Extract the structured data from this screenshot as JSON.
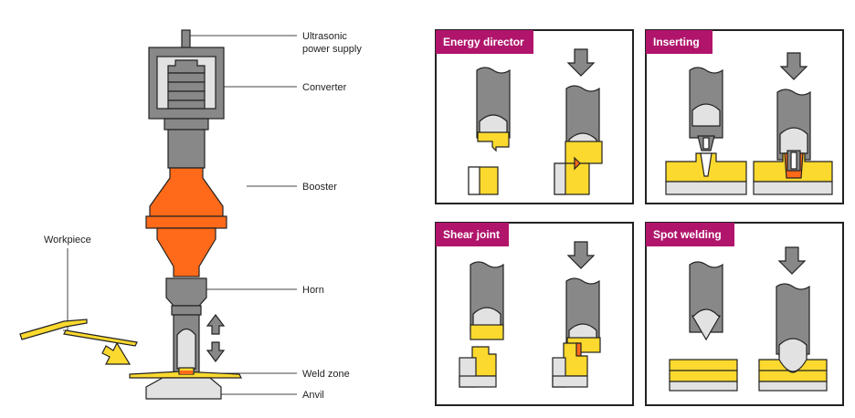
{
  "colors": {
    "gray": "#888888",
    "dark_gray": "#777777",
    "light_gray": "#e2e2e2",
    "orange": "#ff6a1a",
    "yellow": "#fbd92e",
    "magenta": "#b0156b",
    "outline": "#222222"
  },
  "machine": {
    "labels": {
      "power_supply_line1": "Ultrasonic",
      "power_supply_line2": "power supply",
      "converter": "Converter",
      "booster": "Booster",
      "horn": "Horn",
      "weld_zone": "Weld zone",
      "anvil": "Anvil",
      "workpiece": "Workpiece"
    },
    "icons": [
      "feed-arrow-icon",
      "vibration-up-icon",
      "vibration-down-icon"
    ]
  },
  "panels": {
    "energy_director": {
      "title": "Energy director"
    },
    "inserting": {
      "title": "Inserting"
    },
    "shear_joint": {
      "title": "Shear joint"
    },
    "spot_welding": {
      "title": "Spot welding"
    }
  }
}
